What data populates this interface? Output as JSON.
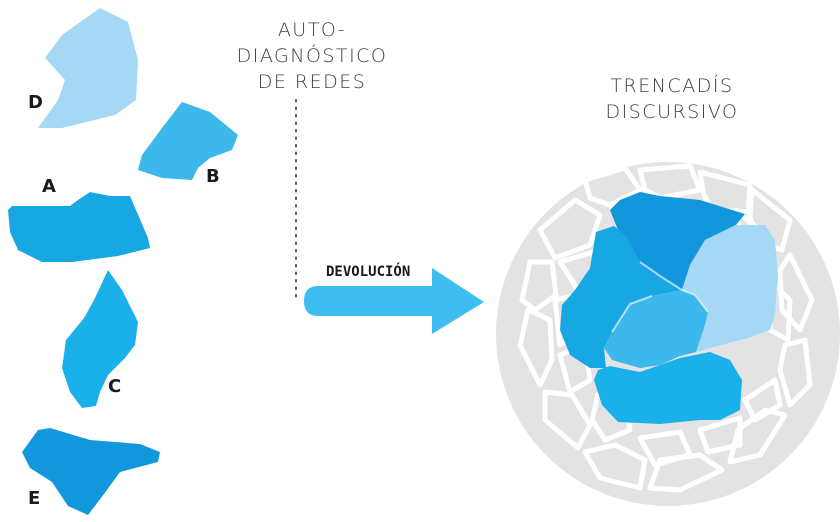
{
  "headings": {
    "auto_diagnostico": [
      "AUTO-",
      "DIAGNÓSTICO",
      "DE REDES"
    ],
    "trencadis": [
      "TRENCADÍS",
      "DISCURSIVO"
    ]
  },
  "arrow": {
    "label": "DEVOLUCIÓN"
  },
  "pieces": [
    {
      "id": "D",
      "color": "#a5d8f5"
    },
    {
      "id": "B",
      "color": "#3db8ec"
    },
    {
      "id": "A",
      "color": "#17a8e4"
    },
    {
      "id": "C",
      "color": "#1ab0ea"
    },
    {
      "id": "E",
      "color": "#1397dc"
    }
  ],
  "mosaic": {
    "circle_color": "#e3e3e3",
    "tile_outline": "#ffffff"
  },
  "colors": {
    "arrow": "#3dbdf0",
    "dotted_line": "#555555"
  }
}
